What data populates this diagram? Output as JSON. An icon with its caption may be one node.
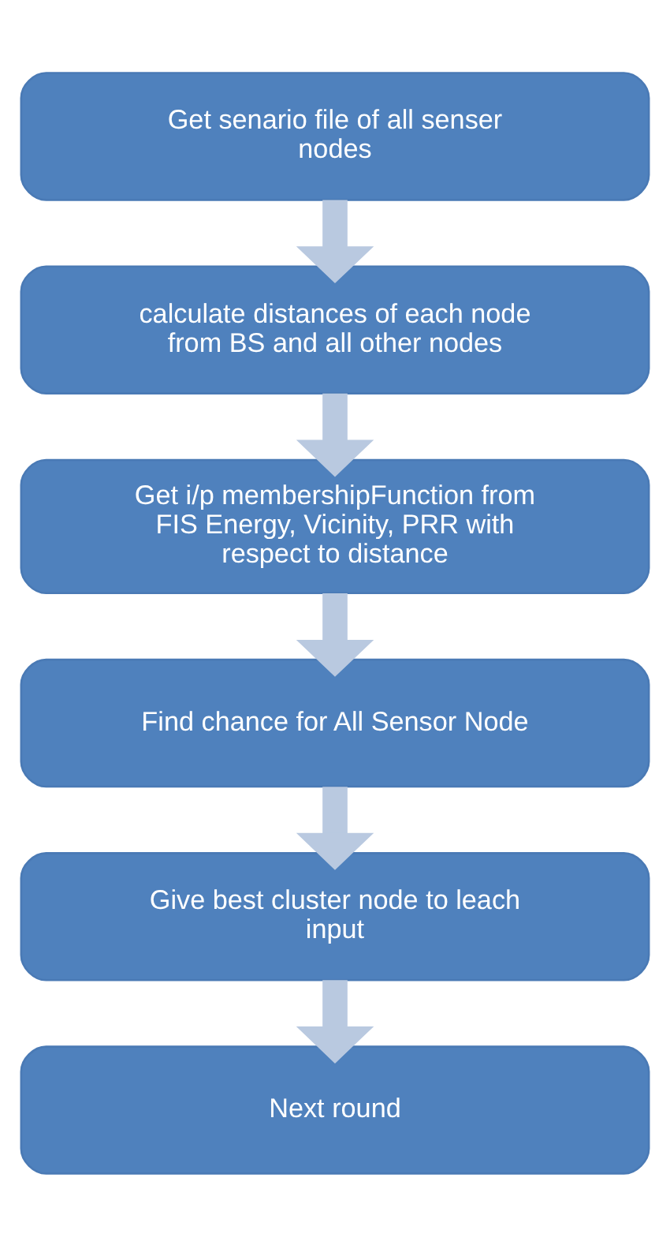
{
  "diagram": {
    "nodes": [
      {
        "text": [
          "Get senario file of all senser nodes"
        ]
      },
      {
        "text": [
          "calculate distances of each node from BS and all other nodes"
        ]
      },
      {
        "text": [
          "Get i/p membershipFunction from FIS Energy, Vicinity, PRR with respect to distance"
        ]
      },
      {
        "text": [
          "Find chance for All Sensor Node"
        ]
      },
      {
        "text": [
          "Give best cluster node to leach input"
        ]
      },
      {
        "text": [
          "Next round"
        ]
      }
    ],
    "edges": [
      {
        "from": 0,
        "to": 1,
        "arrow": "to"
      },
      {
        "from": 1,
        "to": 2,
        "arrow": "to"
      },
      {
        "from": 2,
        "to": 3,
        "arrow": "to"
      },
      {
        "from": 3,
        "to": 4,
        "arrow": "to"
      },
      {
        "from": 4,
        "to": 5,
        "arrow": "to"
      }
    ]
  }
}
